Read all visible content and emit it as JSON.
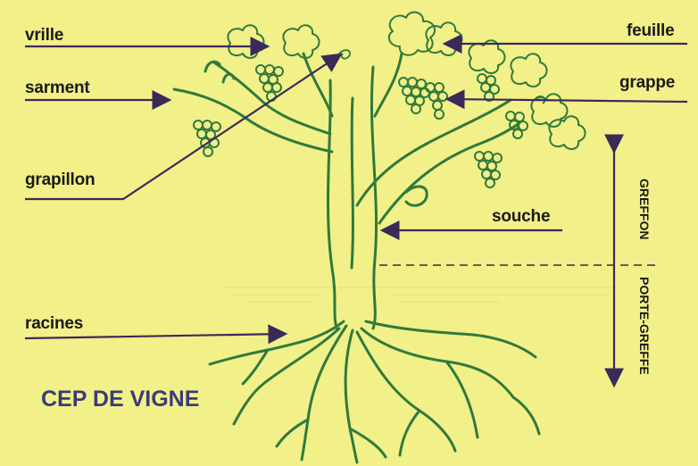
{
  "title": "CEP DE VIGNE",
  "labels": {
    "vrille": "vrille",
    "sarment": "sarment",
    "grapillon": "grapillon",
    "racines": "racines",
    "feuille": "feuille",
    "grappe": "grappe",
    "souche": "souche"
  },
  "vertical_labels": {
    "greffon": "GREFFON",
    "porte_greffe": "PORTE-GREFFE"
  },
  "colors": {
    "background": "#f2f089",
    "plant": "#2f7a3c",
    "arrows": "#3a2a5a",
    "title": "#3a3a7a"
  }
}
